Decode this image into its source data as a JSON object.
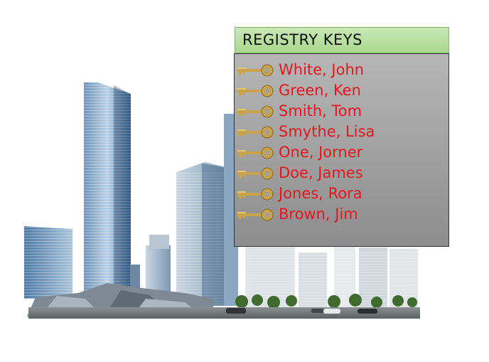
{
  "registry": {
    "title": "REGISTRY KEYS",
    "entries": [
      {
        "label": "White, John",
        "icon": "key-icon"
      },
      {
        "label": "Green, Ken",
        "icon": "key-icon"
      },
      {
        "label": "Smith, Tom",
        "icon": "key-icon"
      },
      {
        "label": "Smythe, Lisa",
        "icon": "key-icon"
      },
      {
        "label": "One, Jorner",
        "icon": "key-icon"
      },
      {
        "label": "Doe, James",
        "icon": "key-icon"
      },
      {
        "label": "Jones, Rora",
        "icon": "key-icon"
      },
      {
        "label": "Brown, Jim",
        "icon": "key-icon"
      }
    ]
  },
  "colors": {
    "header_bg": "#b5dd9f",
    "panel_bg": "#a0a0a0",
    "entry_text": "#e8141e"
  }
}
